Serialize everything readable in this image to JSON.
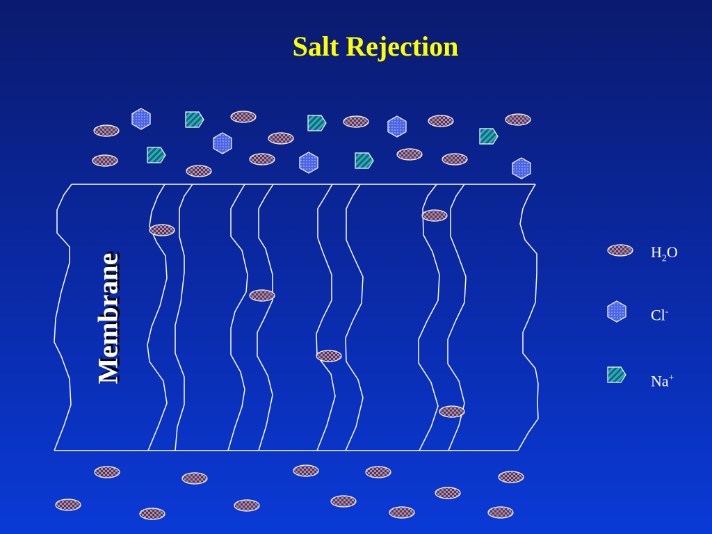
{
  "title": "Salt Rejection",
  "membrane_label": "Membrane",
  "legend": {
    "water": {
      "base": "H",
      "sub": "2",
      "tail": "O"
    },
    "chloride": {
      "base": "Cl",
      "sup": "-"
    },
    "sodium": {
      "base": "Na",
      "sup": "+"
    }
  },
  "colors": {
    "background_top": "#0a1a6e",
    "background_bottom": "#0a3ad6",
    "title": "#ffff00",
    "water_checker_a": "#d98a4a",
    "water_checker_b": "#2a3ab5",
    "chloride_fill": "#4a63e8",
    "sodium_stripe_a": "#22c55e",
    "sodium_stripe_b": "#1d4fd8",
    "membrane_lines": "#ffffff"
  },
  "icons": [
    "water-molecule-icon",
    "chloride-ion-icon",
    "sodium-ion-icon"
  ]
}
